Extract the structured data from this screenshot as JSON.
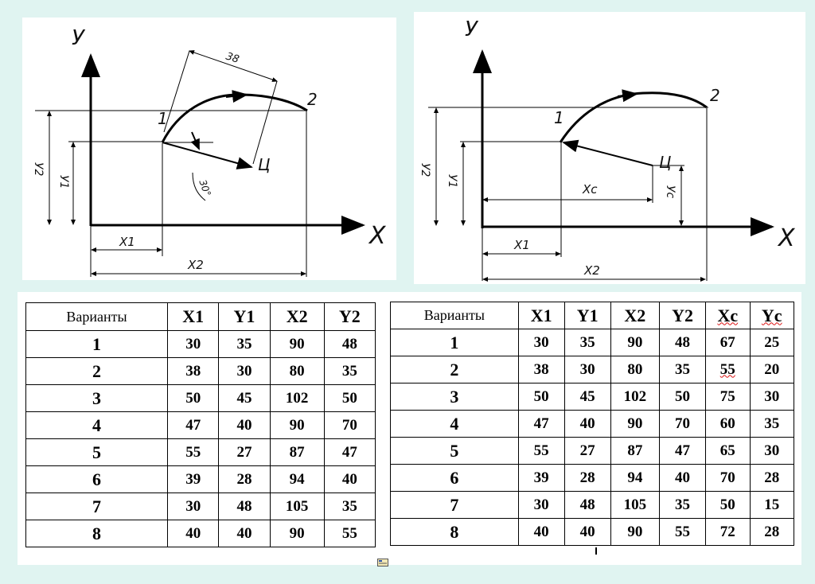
{
  "diagram_left": {
    "axis_y": "У",
    "axis_x": "Х",
    "point_1": "1",
    "point_2": "2",
    "point_c": "Ц",
    "dim_length": "38",
    "dim_angle": "30°",
    "label_x1": "Х1",
    "label_x2": "Х2",
    "label_y1": "У1",
    "label_y2": "У2"
  },
  "diagram_right": {
    "axis_y": "У",
    "axis_x": "Х",
    "point_1": "1",
    "point_2": "2",
    "point_c": "Ц",
    "label_x1": "Х1",
    "label_x2": "Х2",
    "label_xc": "Хс",
    "label_yc": "Ус",
    "label_y1": "У1",
    "label_y2": "У2"
  },
  "table1": {
    "headers": [
      "Варианты",
      "X1",
      "Y1",
      "X2",
      "Y2"
    ],
    "rows": [
      [
        "1",
        "30",
        "35",
        "90",
        "48"
      ],
      [
        "2",
        "38",
        "30",
        "80",
        "35"
      ],
      [
        "3",
        "50",
        "45",
        "102",
        "50"
      ],
      [
        "4",
        "47",
        "40",
        "90",
        "70"
      ],
      [
        "5",
        "55",
        "27",
        "87",
        "47"
      ],
      [
        "6",
        "39",
        "28",
        "94",
        "40"
      ],
      [
        "7",
        "30",
        "48",
        "105",
        "35"
      ],
      [
        "8",
        "40",
        "40",
        "90",
        "55"
      ]
    ]
  },
  "table2": {
    "headers": [
      "Варианты",
      "X1",
      "Y1",
      "X2",
      "Y2",
      "Xc",
      "Yc"
    ],
    "rows": [
      [
        "1",
        "30",
        "35",
        "90",
        "48",
        "67",
        "25"
      ],
      [
        "2",
        "38",
        "30",
        "80",
        "35",
        "55",
        "20"
      ],
      [
        "3",
        "50",
        "45",
        "102",
        "50",
        "75",
        "30"
      ],
      [
        "4",
        "47",
        "40",
        "90",
        "70",
        "60",
        "35"
      ],
      [
        "5",
        "55",
        "27",
        "87",
        "47",
        "65",
        "30"
      ],
      [
        "6",
        "39",
        "28",
        "94",
        "40",
        "70",
        "28"
      ],
      [
        "7",
        "30",
        "48",
        "105",
        "35",
        "50",
        "15"
      ],
      [
        "8",
        "40",
        "40",
        "90",
        "55",
        "72",
        "28"
      ]
    ]
  }
}
